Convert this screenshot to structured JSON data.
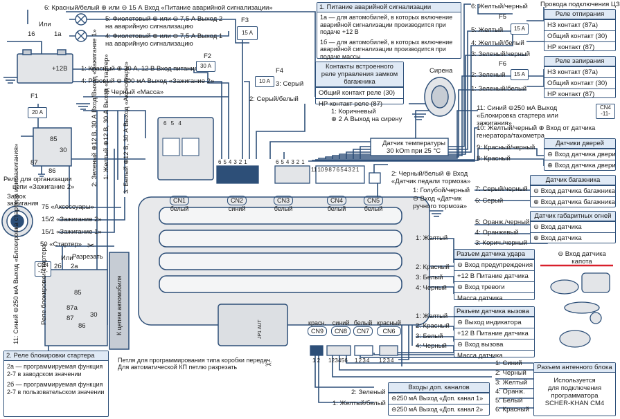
{
  "colors": {
    "wire": "#2d4f78",
    "accent": "#d81f2a",
    "box_fill": "#dfe9f5",
    "block_fill": "#e3e5e8"
  },
  "top_wires": {
    "w6": "6: Красный/белый ⊕ или ⊖ 15 А Вход «Питание аварийной сигнализации»",
    "w5": "5: Фиолетовый ⊕ или ⊖ 7,5 А Выход 2",
    "w5b": "на аварийную сигнализацию",
    "w4": "4: Фиолетовый ⊕ или ⊖ 7,5 А Выход 1",
    "w4b": "на аварийную сигнализацию",
    "w1": "1: Красный ⊕ 30 А, 12 В Вход питания",
    "w4z": "4: Розовый ⊖ 500 мА Выход «Зажигание 2»",
    "w5m": "5: Черный «Масса»"
  },
  "fuses": {
    "f1": "F1",
    "f1v": "20 A",
    "f2": "F2",
    "f2v": "30 A",
    "f3": "F3",
    "f3v": "15 A",
    "f4": "F4",
    "f4v": "10 A",
    "f5": "F5",
    "f5v": "15 A",
    "f6": "F6",
    "f6v": "15 A"
  },
  "battery": {
    "ili": "Или",
    "p16": "16",
    "p1a": "1a",
    "plus": "+12В"
  },
  "relay_ignition": {
    "pins": [
      "85",
      "30",
      "87",
      "86"
    ],
    "caption1": "Реле для организации",
    "caption2": "цепи «Зажигание 2»"
  },
  "ignition_lock": {
    "title1": "Замок",
    "title2": "зажигания",
    "l1": "75 «Аксессуары»",
    "l2": "15/2 «Зажигание 2»",
    "l3": "15/1 «Зажигание 1»",
    "l4": "50 «Стартер»",
    "cut": "Разрезать"
  },
  "cn4_tag": "CN4 -11-",
  "side_text": {
    "v11": "11: Синий ⊖250 мА Выход «Блокировка стартера или зажигания»",
    "vrelay": "Реле блокировки стартера",
    "v2": "2: Зеленый ⊕12 В, 30 А Вход/Выход «Зажигание 1»",
    "v1": "1: Желтый ⊕12 В, 30 А Выход «Стартер»",
    "v3": "3: Белый ⊕12 В, 30 А Выход «Аксессуары»",
    "vcar": "К цепям автомобиля"
  },
  "starter_relay": {
    "p2b": "2б",
    "p2a": "2a",
    "p85": "85",
    "p87a": "87a",
    "p87": "87",
    "p30": "30",
    "p86": "86",
    "ili": "Или"
  },
  "starter_box": {
    "title": "2. Реле блокировки стартера",
    "r1": "2a — программируемая функция 2-7 в заводском значении",
    "r2": "2б — программируемая функция 2-7 в пользовательском значении"
  },
  "box_hazard": {
    "title": "1. Питание аварийной сигнализации",
    "r1": "1a — для автомобилей, в которых включение аварийной сигнализации производится при подаче +12 В",
    "r2": "1б — для автомобилей, в которых включение аварийной сигнализации производится при подаче массы"
  },
  "box_trunk_relay": {
    "title": "Контакты встроенного реле управления замком багажника",
    "r1": "Общий контакт реле (30)",
    "r2": "НР контакт реле (87)",
    "w3": "3: Серый",
    "w2": "2: Серый/белый"
  },
  "siren": {
    "label": "Сирена",
    "w1": "1: Коричневый",
    "w1b": "⊕ 2 А Выход на сирену"
  },
  "temp_sensor": {
    "l1": "Датчик температуры",
    "l2": "30 kOm при 25 °С"
  },
  "brake": {
    "w2": "2: Черный/белый ⊕ Вход «Датчик педали тормоза»",
    "w1": "1: Голубой/черный",
    "w1b": "⊖ Вход «Датчик ручного тормоза»"
  },
  "connectors": [
    {
      "name": "CN1",
      "color": "белый"
    },
    {
      "name": "CN2",
      "color": "синий"
    },
    {
      "name": "CN3",
      "color": "белый"
    },
    {
      "name": "CN4",
      "color": "белый"
    },
    {
      "name": "CN5",
      "color": "белый"
    }
  ],
  "connectors_bottom": [
    {
      "name": "CN9",
      "color": "красн."
    },
    {
      "name": "CN8",
      "color": "синий"
    },
    {
      "name": "CN7",
      "color": "белый"
    },
    {
      "name": "CN6",
      "color": "красный"
    }
  ],
  "cn4_pins": "11 10 9 8 7 6 5 4 3 2 1",
  "right_header": "Провода подключения ЦЗ",
  "box_unlock": {
    "title": "Реле отпирания",
    "r1": "НЗ контакт (87а)",
    "r2": "Общий контакт (30)",
    "r3": "НР контакт (87)",
    "w6": "6: Желтый/черный",
    "w5": "5: Желтый",
    "w4": "4: Желтый/белый"
  },
  "box_lock": {
    "title": "Реле запирания",
    "r1": "НЗ контакт (87а)",
    "r2": "Общий контакт (30)",
    "r3": "НР контакт (87)",
    "w3": "3: Зеленый/черный",
    "w2": "2: Зеленый",
    "w1": "1: Зеленый/белый"
  },
  "cn4_right": {
    "w11": "11: Синий ⊖250 мА Выход «Блокировка стартера или зажигания»",
    "w10": "10: Желтый/черный ⊕ Вход от датчика генератора/тахометра",
    "tag": "CN4 -11-"
  },
  "box_doors": {
    "title": "Датчики дверей",
    "w9": "9: Красный/черный",
    "w8": "8: Красный",
    "r1": "⊖ Вход датчика двери",
    "r2": "⊕ Вход датчика двери"
  },
  "box_trunk": {
    "title": "Датчик багажника",
    "w7": "7: Серый/черный",
    "w6": "6: Серый",
    "r1": "⊖ Вход датчика багажника",
    "r2": "⊕ Вход датчика багажника"
  },
  "box_hood": {
    "title": "Датчик габаритных огней",
    "w5": "5: Оранж./черный",
    "w4": "4: Оранжевый",
    "w3": "3: Корич./черный",
    "r1": "⊖ Вход датчика",
    "r2": "⊕ Вход датчика",
    "hood": "⊖ Вход датчика капота"
  },
  "box_shock": {
    "title": "Разъем датчика удара",
    "w1": "1: Желтый",
    "w2": "2: Красный",
    "w3": "3: Белый",
    "w4": "4: Черный",
    "r1": "⊖ Вход предупреждения",
    "r2": "+12 В Питание датчика",
    "r3": "⊖ Вход тревоги",
    "r4": "Масса датчика"
  },
  "box_call": {
    "title": "Разъем датчика вызова",
    "w1": "1: Желтый",
    "w2": "2: Красный",
    "w3": "3: Белый",
    "w4": "4: Черный",
    "r1": "⊖ Выход индикатора",
    "r2": "+12 В Питание датчика",
    "r3": "⊖ Вход вызова",
    "r4": "Масса датчика"
  },
  "box_antenna": {
    "title": "Разъем антенного блока",
    "w1": "1: Синий",
    "w2": "2: Черный",
    "w3": "3: Желтый",
    "w4": "4: Оранж.",
    "w5": "5: Белый",
    "w6": "6: Красный",
    "t1": "Используется",
    "t2": "для подключения",
    "t3": "программатора",
    "t4": "SCHER-KHAN CM4"
  },
  "box_aux": {
    "title": "Входы доп. каналов",
    "w2": "2: Зеленый",
    "w1": "1: Желтый/белый",
    "r1": "⊖250 мА Выход «Доп. канал 1»",
    "r2": "⊖250 мА Выход «Доп. канал 2»"
  },
  "loop_note": {
    "l1": "Петля для программирования типа коробки передач.",
    "l2": "Для автоматической КП петлю разрезать"
  },
  "jp_label": "JP1 AUT",
  "bottom_pins": {
    "cn9": "1 2",
    "cn8": "1 2 3 4 5 6",
    "cn7": "1 2 3 4",
    "cn6": "1 2 3 4"
  }
}
